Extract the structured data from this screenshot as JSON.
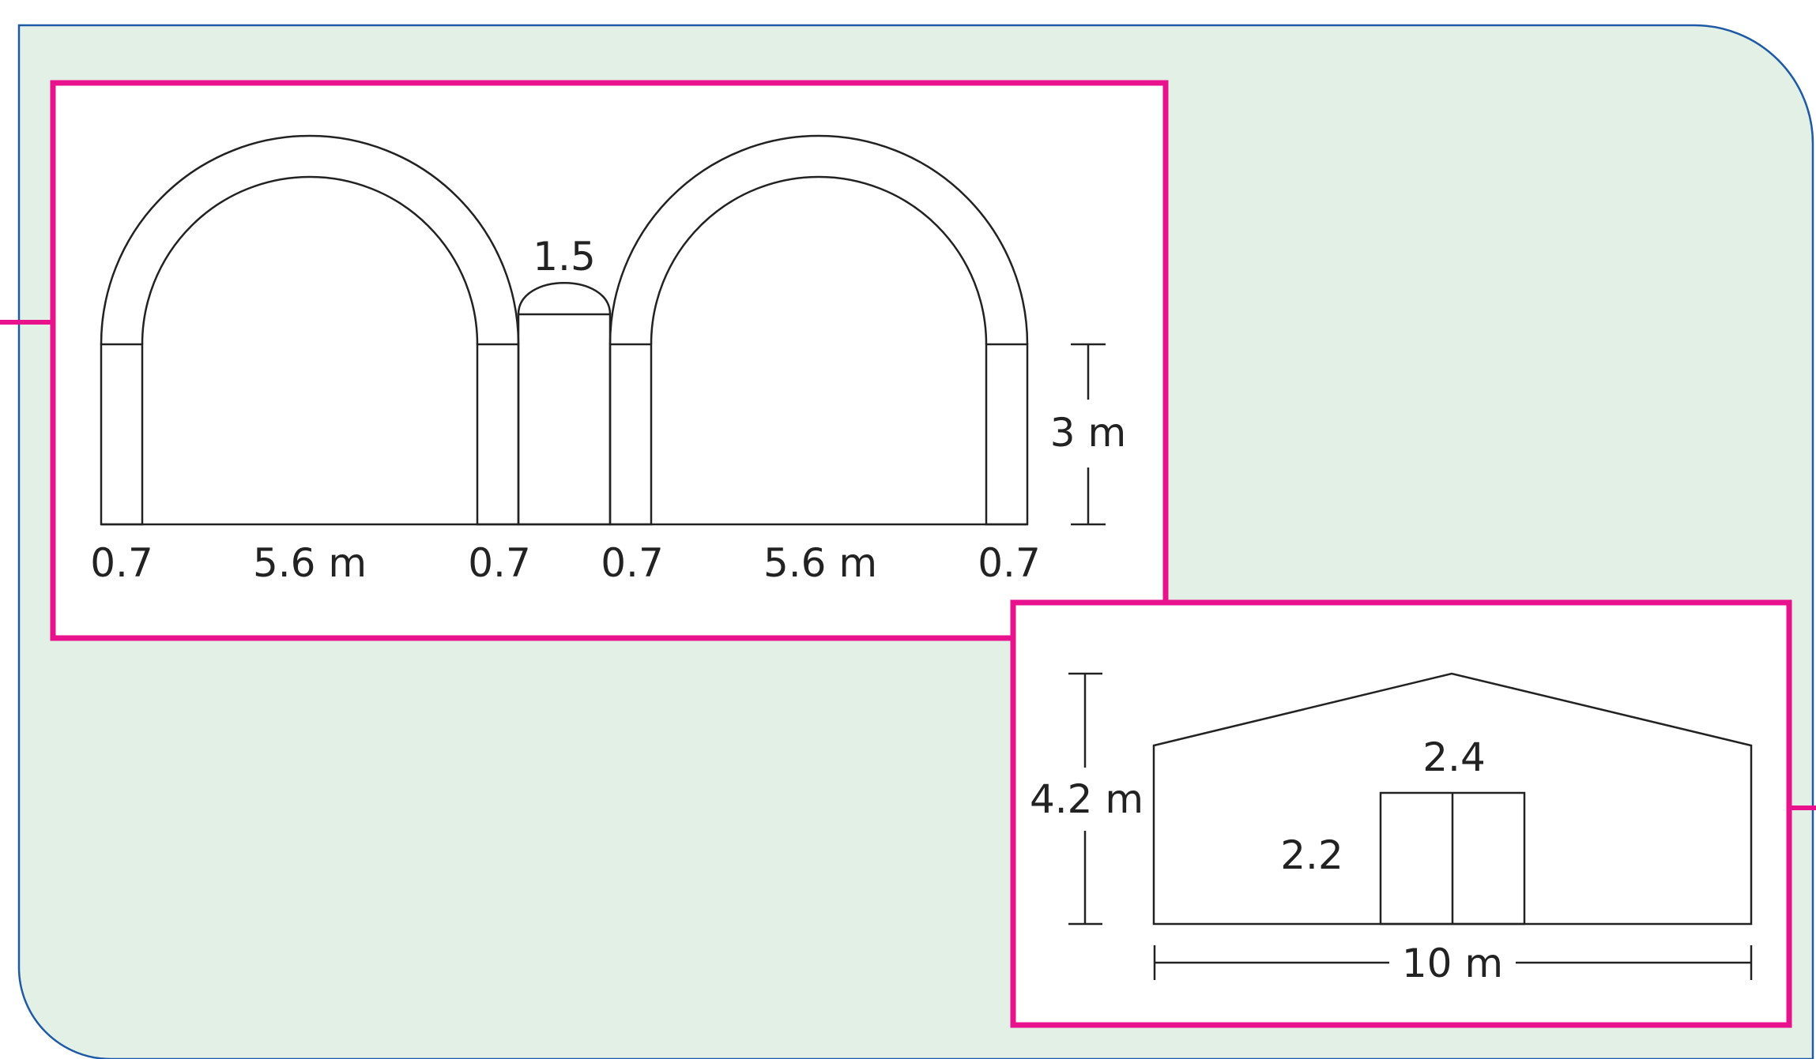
{
  "colors": {
    "panel_fill": "#e3f0e6",
    "panel_border": "#1f5aa6",
    "frame_border": "#e8128c",
    "frame_fill": "#ffffff",
    "line": "#222222",
    "text": "#222222"
  },
  "arch_diagram": {
    "labels": {
      "left_pillar": "0.7",
      "left_span": "5.6 m",
      "center_left_pillar": "0.7",
      "center_right_pillar": "0.7",
      "right_span": "5.6 m",
      "right_pillar": "0.7",
      "middle_arch": "1.5",
      "height": "3 m"
    },
    "dimensions": {
      "pillar_width_m": 0.7,
      "span_width_m": 5.6,
      "middle_arch_width_m": 1.5,
      "pillar_height_m": 3
    }
  },
  "shed_diagram": {
    "labels": {
      "height": "4.2 m",
      "door_width": "2.4",
      "door_height": "2.2",
      "width": "10 m"
    },
    "dimensions": {
      "height_m": 4.2,
      "width_m": 10,
      "door_width_m": 2.4,
      "door_height_m": 2.2
    }
  }
}
